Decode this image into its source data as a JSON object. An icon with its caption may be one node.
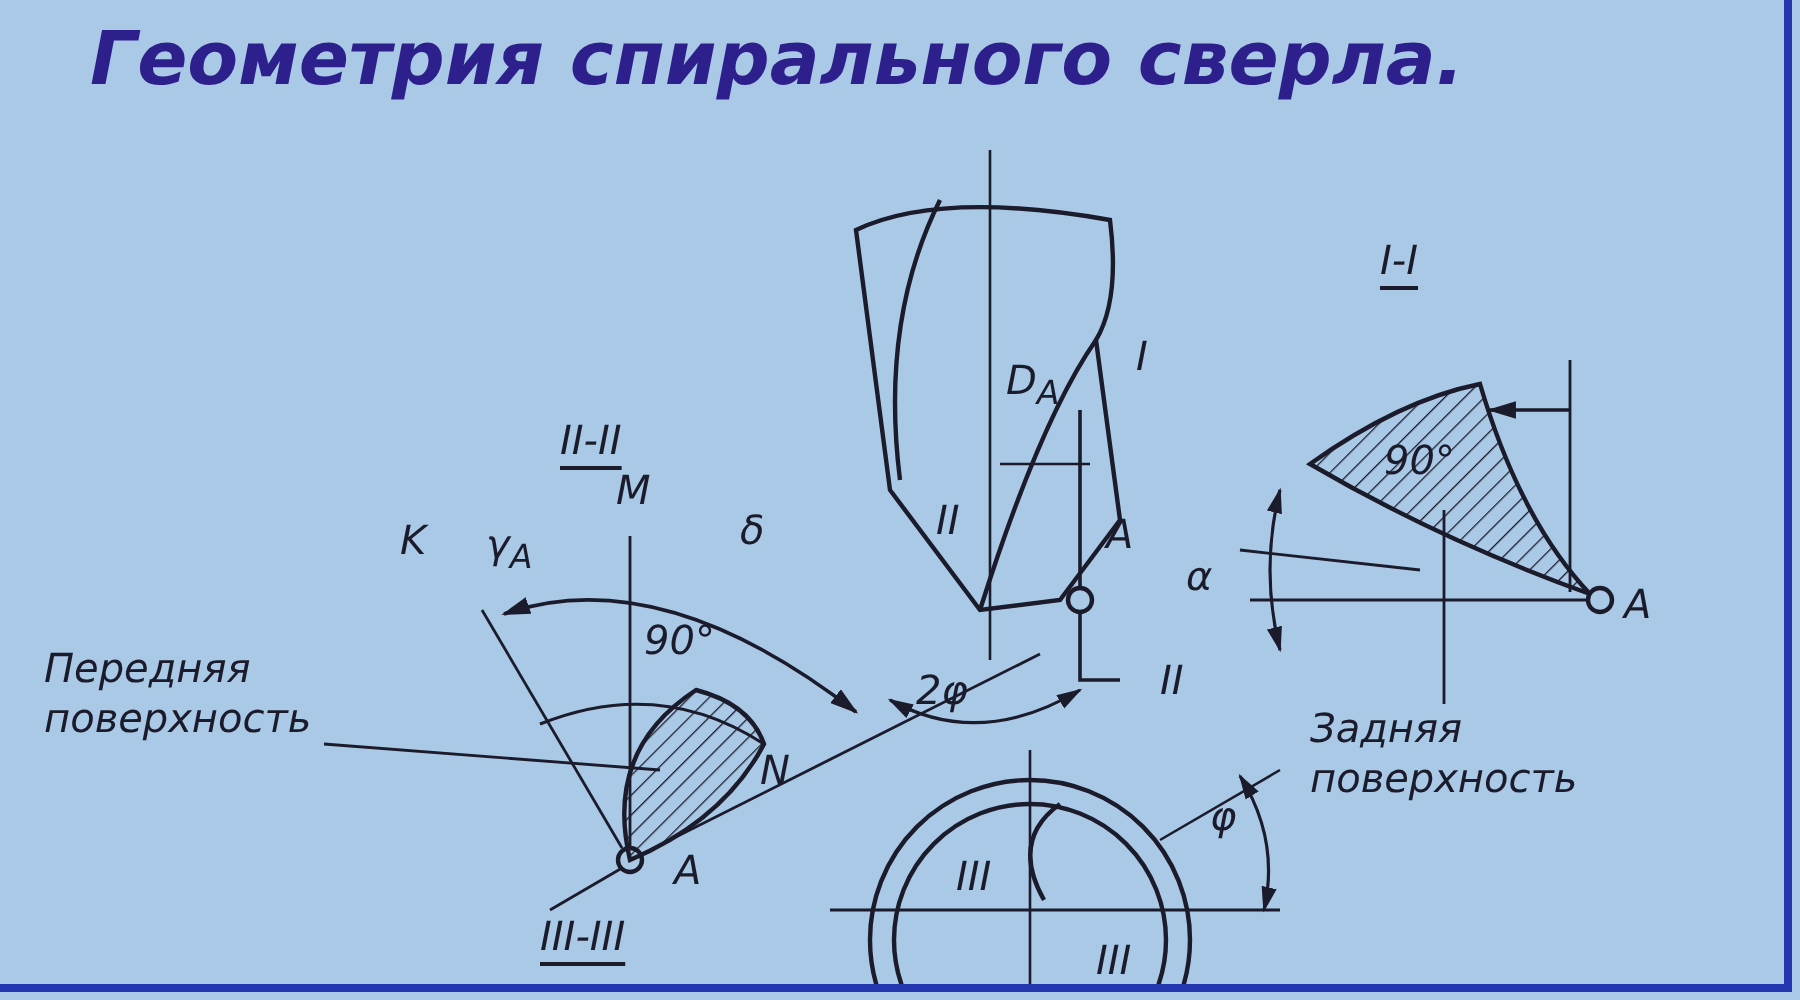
{
  "diagram": {
    "title": "Геометрия спирального сверла.",
    "nodes": [
      {
        "text": [
          "Передняя поверхность"
        ]
      },
      {
        "text": [
          "Задняя поверхность"
        ]
      },
      {
        "text": [],
        "shape": "picture"
      },
      {
        "text": [],
        "shape": "picture"
      }
    ],
    "edges": [
      {
        "from": 0,
        "to": 2,
        "arrow": "none"
      },
      {
        "from": 1,
        "to": 3,
        "arrow": "none"
      }
    ],
    "labels": [
      "I-I",
      "I",
      "D$_{A}$",
      "II-II",
      "M",
      "II",
      "90°",
      "K",
      "γ$_{A}$",
      "δ",
      "A",
      "α",
      "A",
      "90°",
      "2φ",
      "II",
      "N",
      "φ",
      "A",
      "III",
      "III-III",
      "III"
    ]
  }
}
